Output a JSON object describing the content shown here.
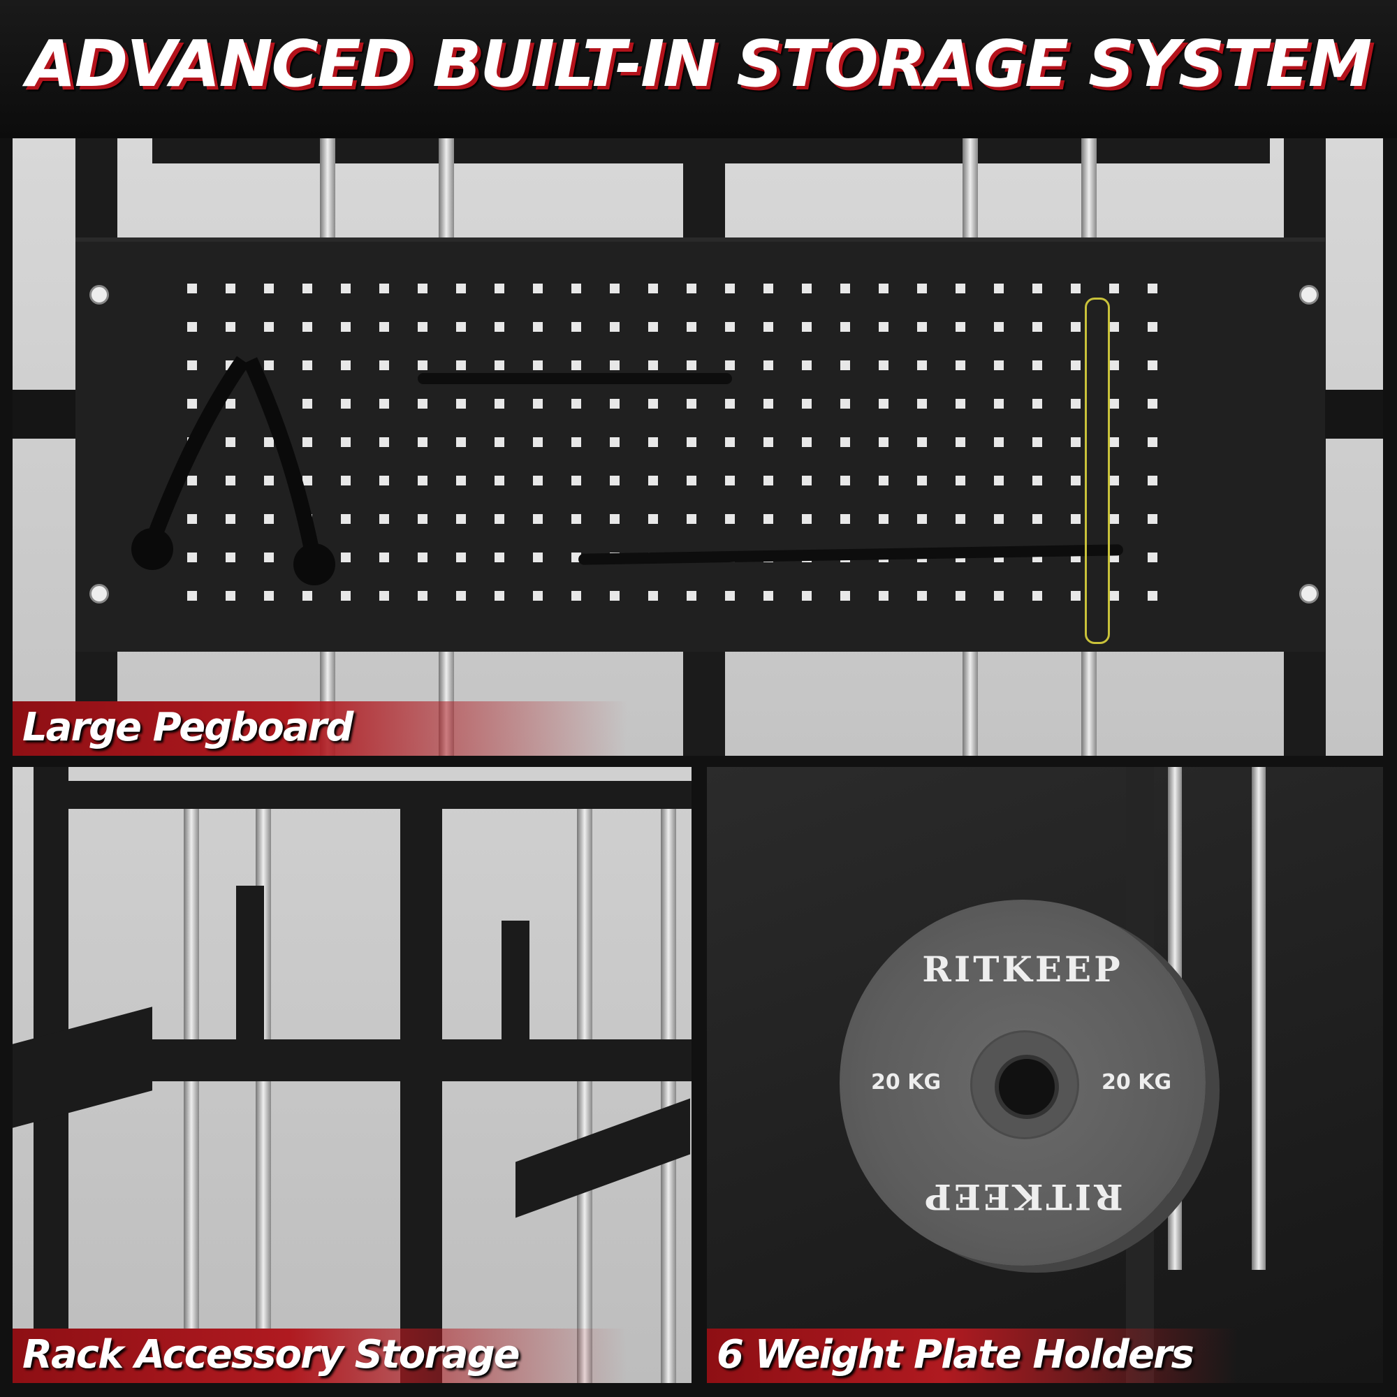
{
  "title": "ADVANCED BUILT-IN STORAGE SYSTEM",
  "panels": [
    {
      "label": "Large Pegboard"
    },
    {
      "label": "Rack Accessory Storage"
    },
    {
      "label": "6 Weight Plate Holders"
    }
  ],
  "plate": {
    "brand": "RITKEEP",
    "weight": "20 KG"
  },
  "colors": {
    "accent": "#b01a20",
    "background": "#111111"
  }
}
